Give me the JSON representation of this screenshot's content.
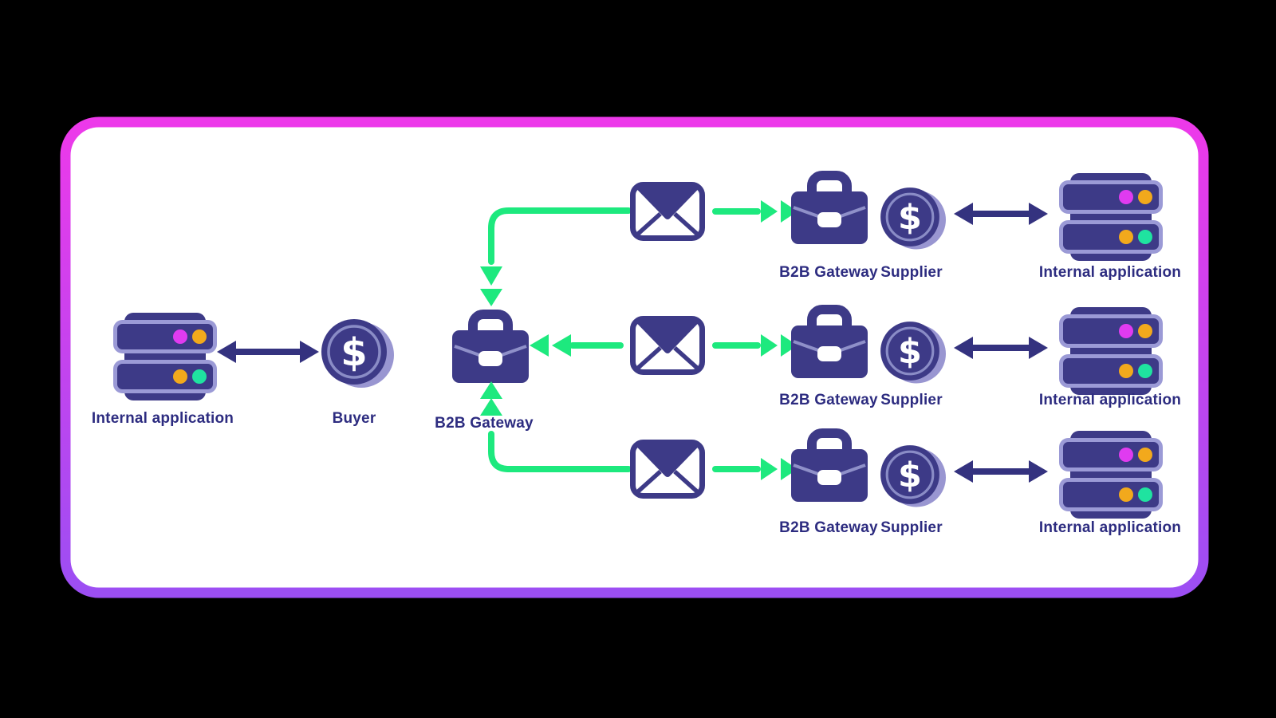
{
  "page": {
    "outside_background": "#000000"
  },
  "frame": {
    "fill": "#ffffff",
    "border_gradient_top": "#ed39ea",
    "border_gradient_bottom": "#9c4ef3"
  },
  "colors": {
    "icon_navy": "#3d3a87",
    "text_and_arrow_navy": "#2d2c80",
    "flow_green": "#1de97e",
    "server_outline_periwinkle": "#9b9ad6",
    "briefcase_seam": "#8f90c9",
    "coin_ring": "#8a8cc6",
    "coin_shadow": "#9996d1",
    "dot_magenta": "#e03bf0",
    "dot_amber": "#f2a91c",
    "dot_mint": "#1fe3a0"
  },
  "currency_symbol": "$",
  "icons": {
    "internal_application": "server-stack-icon",
    "buyer": "dollar-coin-icon",
    "supplier": "dollar-coin-icon",
    "gateway": "briefcase-icon",
    "message": "envelope-icon",
    "integration_link": "double-headed-arrow-icon",
    "flow": "double-chevron-arrow-icon"
  },
  "left": {
    "internal_application_label": "Internal application",
    "buyer_label": "Buyer"
  },
  "hub": {
    "gateway_label": "B2B Gateway"
  },
  "rows": [
    {
      "gateway_label": "B2B Gateway",
      "supplier_label": "Supplier",
      "internal_application_label": "Internal application"
    },
    {
      "gateway_label": "B2B Gateway",
      "supplier_label": "Supplier",
      "internal_application_label": "Internal application"
    },
    {
      "gateway_label": "B2B Gateway",
      "supplier_label": "Supplier",
      "internal_application_label": "Internal application"
    }
  ]
}
